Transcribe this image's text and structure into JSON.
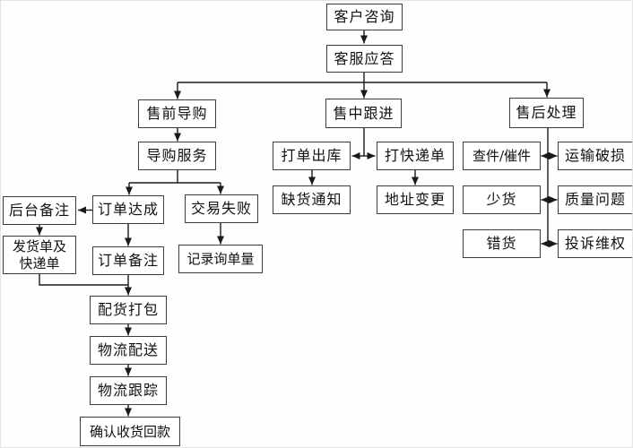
{
  "diagram": {
    "type": "flowchart",
    "language": "zh-CN",
    "topic": "e-commerce customer service workflow"
  },
  "colors": {
    "background": "#fefefe",
    "box_border": "#3d3d3d",
    "line": "#1a1a1a",
    "text": "#111111"
  },
  "nodes": {
    "customer_inquiry": {
      "label": "客户咨询"
    },
    "service_reply": {
      "label": "客服应答"
    },
    "presale_guide": {
      "label": "售前导购"
    },
    "guide_service": {
      "label": "导购服务"
    },
    "order_done": {
      "label": "订单达成"
    },
    "deal_failed": {
      "label": "交易失败"
    },
    "backend_note": {
      "label": "后台备注"
    },
    "shipping_slip": {
      "label": "发货单及快递单"
    },
    "order_note": {
      "label": "订单备注"
    },
    "record_inquiries": {
      "label": "记录询单量"
    },
    "pick_pack": {
      "label": "配货打包"
    },
    "logistics_delivery": {
      "label": "物流配送"
    },
    "logistics_tracking": {
      "label": "物流跟踪"
    },
    "confirm_receipt": {
      "label": "确认收货回款"
    },
    "midsale_follow": {
      "label": "售中跟进"
    },
    "print_outbound": {
      "label": "打单出库"
    },
    "print_express": {
      "label": "打快递单"
    },
    "stockout_notice": {
      "label": "缺货通知"
    },
    "address_change": {
      "label": "地址变更"
    },
    "aftersale_handle": {
      "label": "售后处理"
    },
    "check_urge": {
      "label": "查件/催件"
    },
    "transport_damage": {
      "label": "运输破损"
    },
    "short_goods": {
      "label": "少货"
    },
    "quality_issue": {
      "label": "质量问题"
    },
    "wrong_goods": {
      "label": "错货"
    },
    "complaint_rights": {
      "label": "投诉维权"
    }
  }
}
